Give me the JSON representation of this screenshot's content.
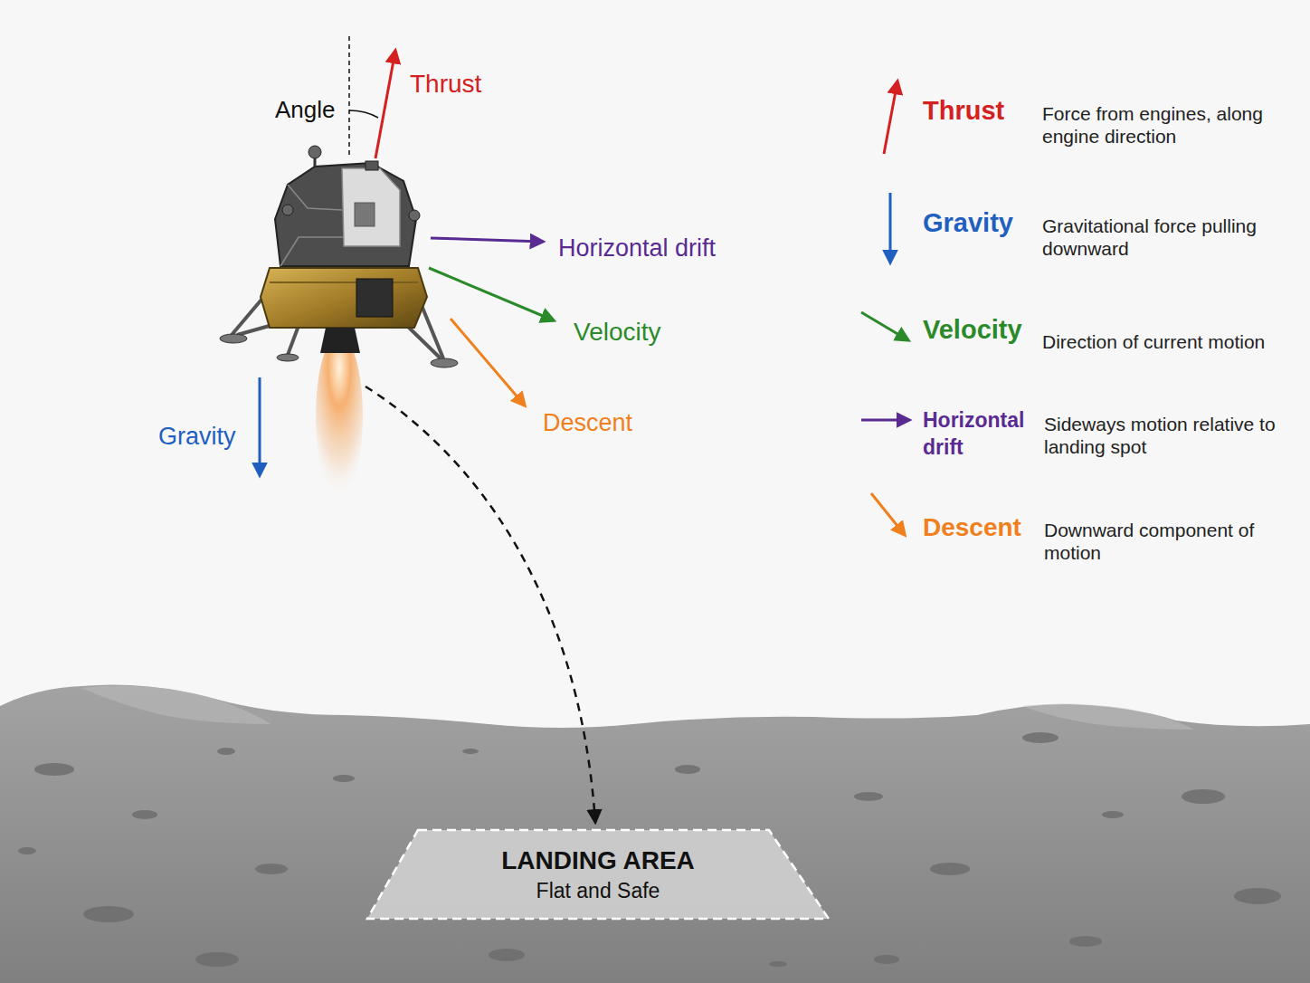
{
  "diagram": {
    "nodes": [
      {
        "text": [
          "LANDING AREA",
          "Flat and Safe"
        ]
      }
    ],
    "labels": [
      "Angle",
      "Thrust",
      "Horizontal drift",
      "Velocity",
      "Descent",
      "Gravity",
      "Force from engines, along engine direction",
      "Gravitational force pulling downward",
      "Direction of current motion",
      "Sideways motion relative to landing spot",
      "Downward component of motion"
    ],
    "legend": [
      {
        "text": "Thrust"
      },
      {
        "text": "Gravity"
      },
      {
        "text": "Velocity"
      },
      {
        "text": "Horizontal drift"
      },
      {
        "text": "Descent"
      }
    ]
  }
}
